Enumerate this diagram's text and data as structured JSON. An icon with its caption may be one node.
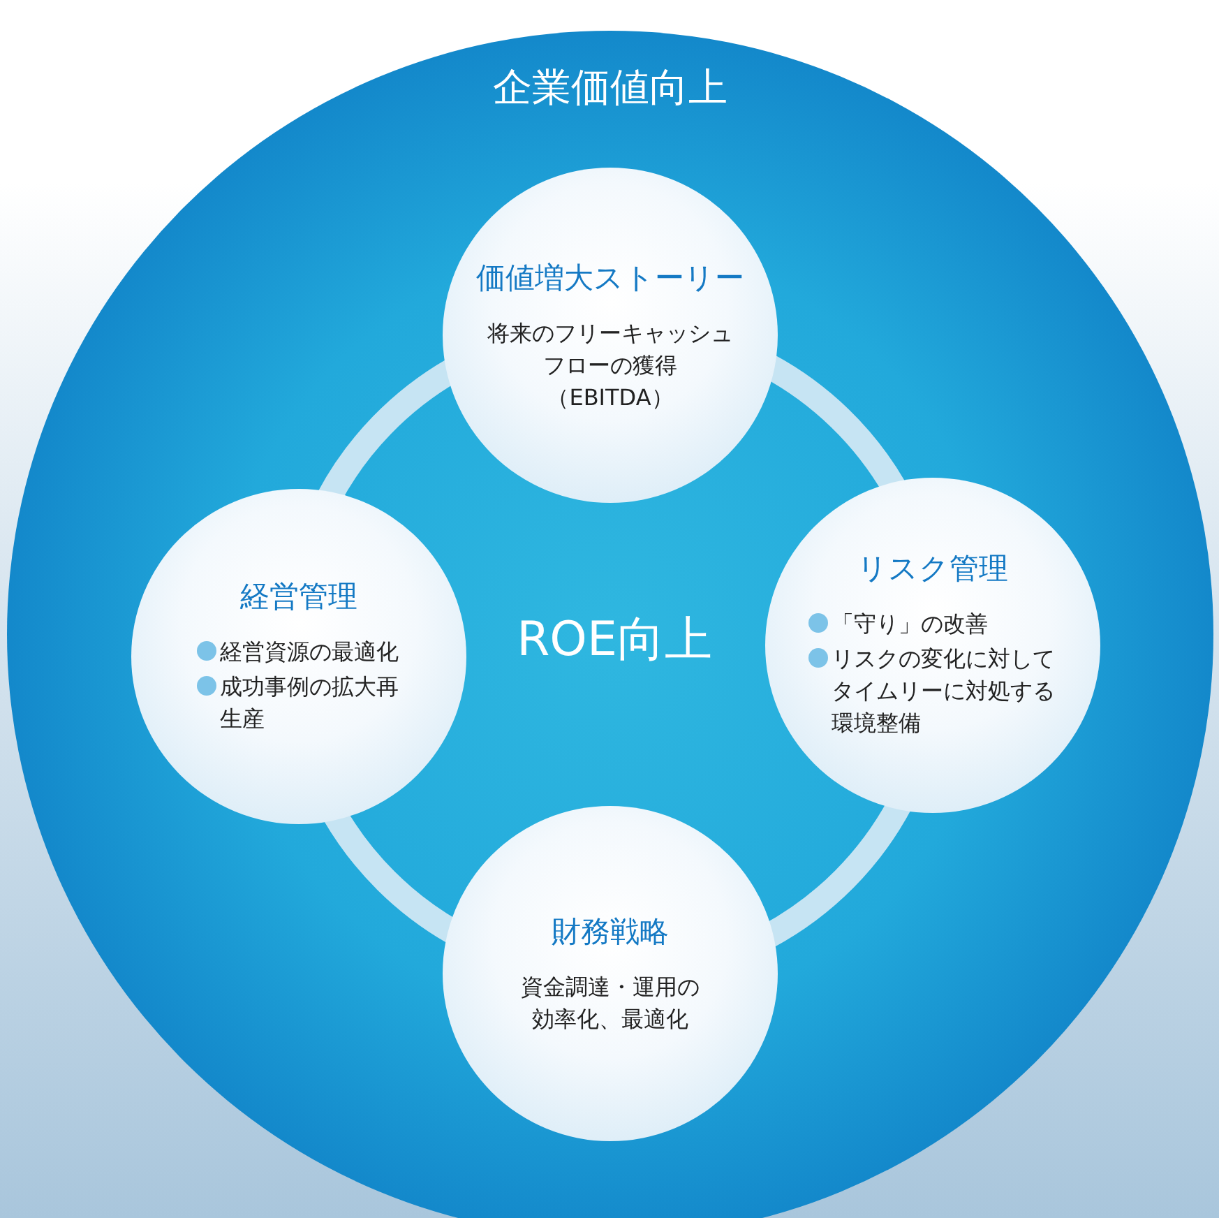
{
  "diagram": {
    "nodes": [
      {
        "text": [
          "企業価値向上"
        ]
      },
      {
        "text": [
          "価値増大ストーリー",
          "将来のフリーキャッシュフローの獲得（EBITDA）"
        ],
        "in": 0
      },
      {
        "text": [
          "経営管理",
          "経営資源の最適化",
          "成功事例の拡大再生産"
        ],
        "in": 0
      },
      {
        "text": [
          "リスク管理",
          "「守り」の改善",
          "リスクの変化に対してタイムリーに対処する環境整備"
        ],
        "in": 0
      },
      {
        "text": [
          "財務戦略",
          "資金調達・運用の効率化、最適化"
        ],
        "in": 0
      }
    ],
    "edges": [
      {
        "from": 1,
        "to": 3,
        "arrow": "none"
      },
      {
        "from": 3,
        "to": 4,
        "arrow": "none"
      },
      {
        "from": 4,
        "to": 2,
        "arrow": "none"
      },
      {
        "from": 2,
        "to": 1,
        "arrow": "none"
      }
    ],
    "labels": [
      "ROE向上"
    ]
  }
}
